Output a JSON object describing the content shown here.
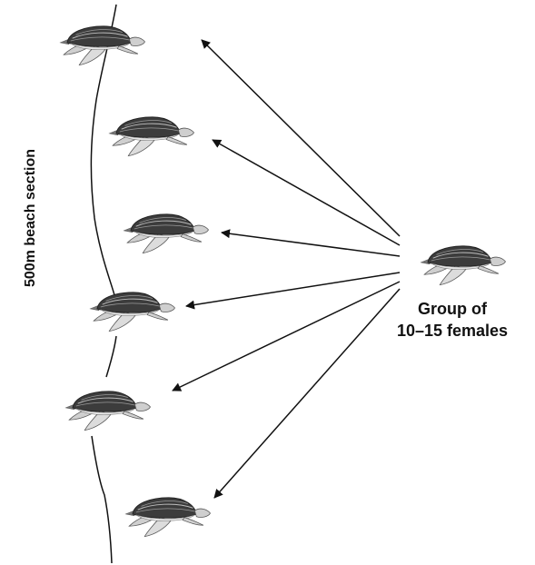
{
  "labels": {
    "beach_section": "500m beach section",
    "group_line1": "Group of",
    "group_line2": "10–15 females"
  },
  "icons": {
    "turtle": "leatherback-turtle-icon"
  },
  "colors": {
    "line": "#111111",
    "shell_dark": "#3a3a3a",
    "shell_ridge": "#bdbdbd",
    "flipper": "#d9d9d9",
    "outline": "#555555"
  }
}
